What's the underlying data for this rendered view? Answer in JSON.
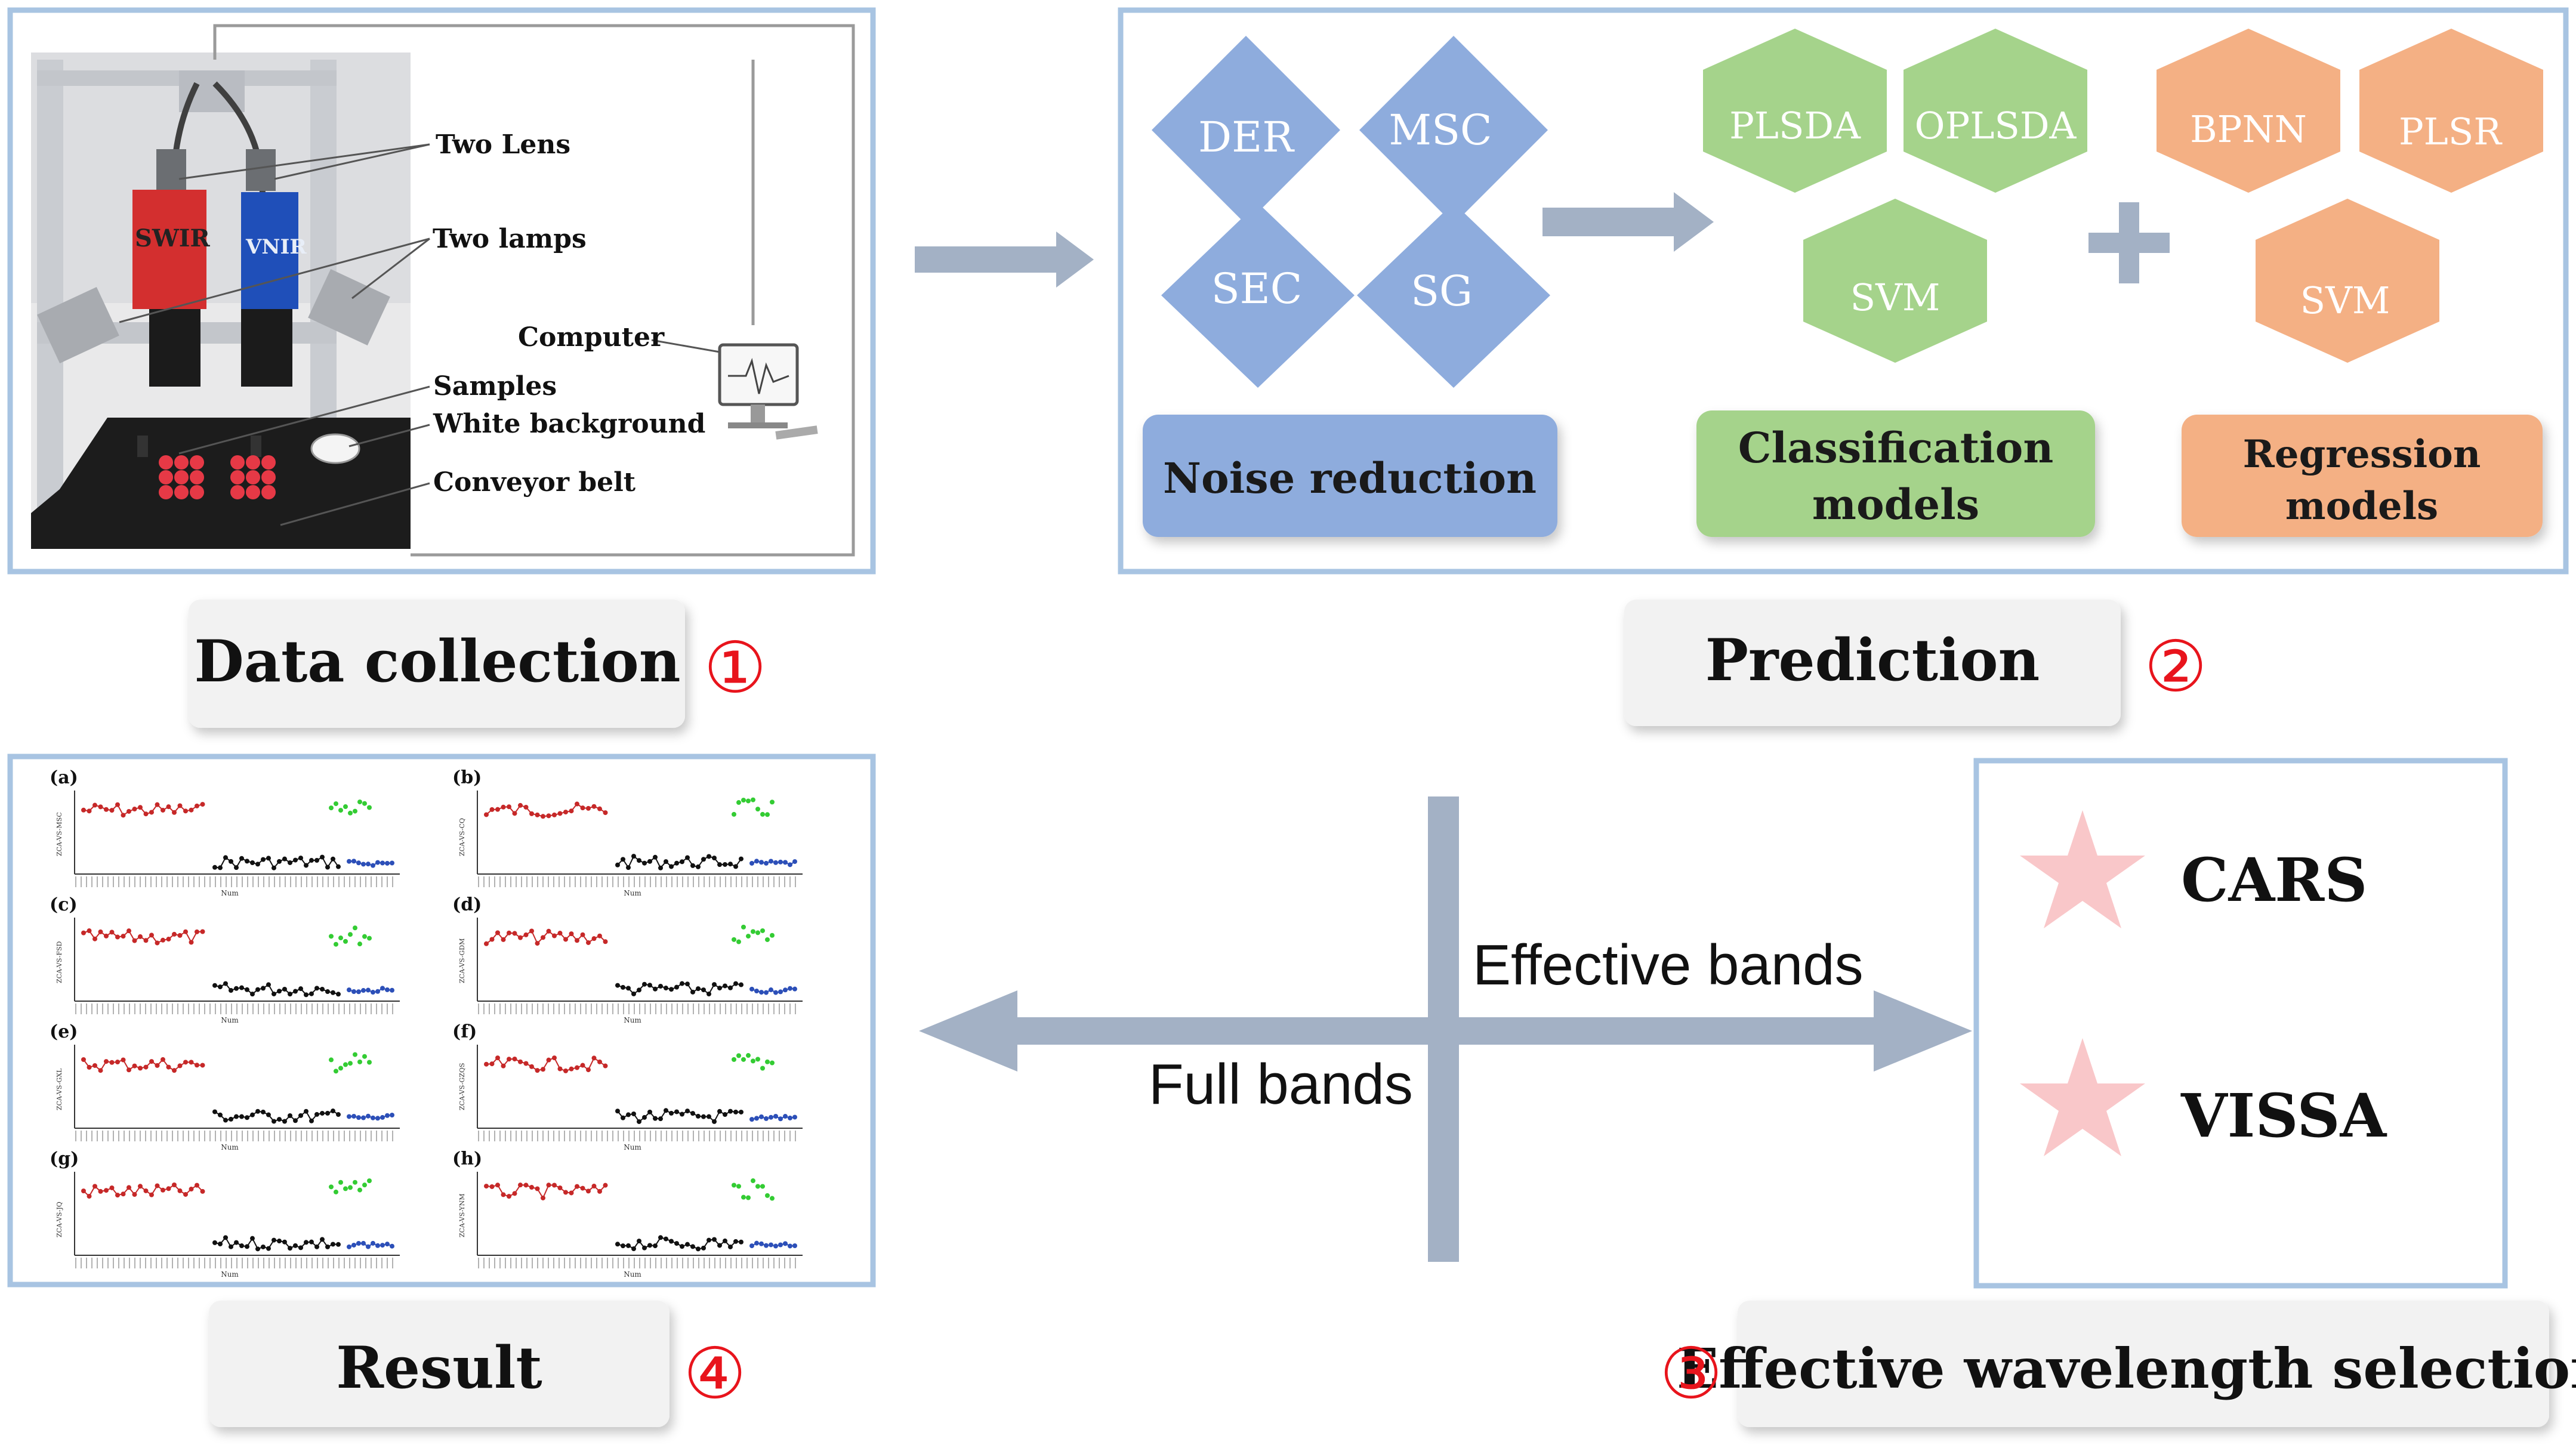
{
  "colors": {
    "frame_blue": "#a8c4e2",
    "arrow_gray": "#a3b1c5",
    "noise_blue": "#8eacdd",
    "class_green": "#a5d38b",
    "regress_orange": "#f4b084",
    "circled_red": "#e8141c",
    "star_pink": "#f9c7c9",
    "label_gray": "#f2f2f2"
  },
  "panel1": {
    "annotations": [
      "Two Lens",
      "Two lamps",
      "Computer",
      "Samples",
      "White background",
      "Conveyor belt"
    ],
    "camera_labels": [
      "SWIR",
      "VNIR"
    ]
  },
  "panel2": {
    "noise_methods": [
      "DER",
      "MSC",
      "SEC",
      "SG"
    ],
    "noise_label": "Noise reduction",
    "class_models": [
      "PLSDA",
      "OPLSDA",
      "SVM"
    ],
    "class_label_line1": "Classification",
    "class_label_line2": "models",
    "regress_models": [
      "BPNN",
      "PLSR",
      "SVM"
    ],
    "regress_label_line1": "Regression",
    "regress_label_line2": "models",
    "plus_icon": "plus-icon"
  },
  "steps": {
    "data_collection": "Data collection",
    "prediction": "Prediction",
    "result": "Result",
    "wavelength": "Effective wavelength selection",
    "num1": "①",
    "num2": "②",
    "num3": "③",
    "num4": "④"
  },
  "bands": {
    "effective": "Effective bands",
    "full": "Full bands"
  },
  "methods": [
    "CARS",
    "VISSA"
  ],
  "result_panels": {
    "tags": [
      "(a)",
      "(b)",
      "(c)",
      "(d)",
      "(e)",
      "(f)",
      "(g)",
      "(h)"
    ],
    "ylabels": [
      "ZCA-VS-MSC",
      "ZCA-VS-CQ",
      "ZCA-VS-FSD",
      "ZCA-VS-GDM",
      "ZCA-VS-GXL",
      "ZCA-VS-GZQS",
      "ZCA-VS-JQ",
      "ZCA-VS-YNM"
    ],
    "xlabel": "Num"
  }
}
